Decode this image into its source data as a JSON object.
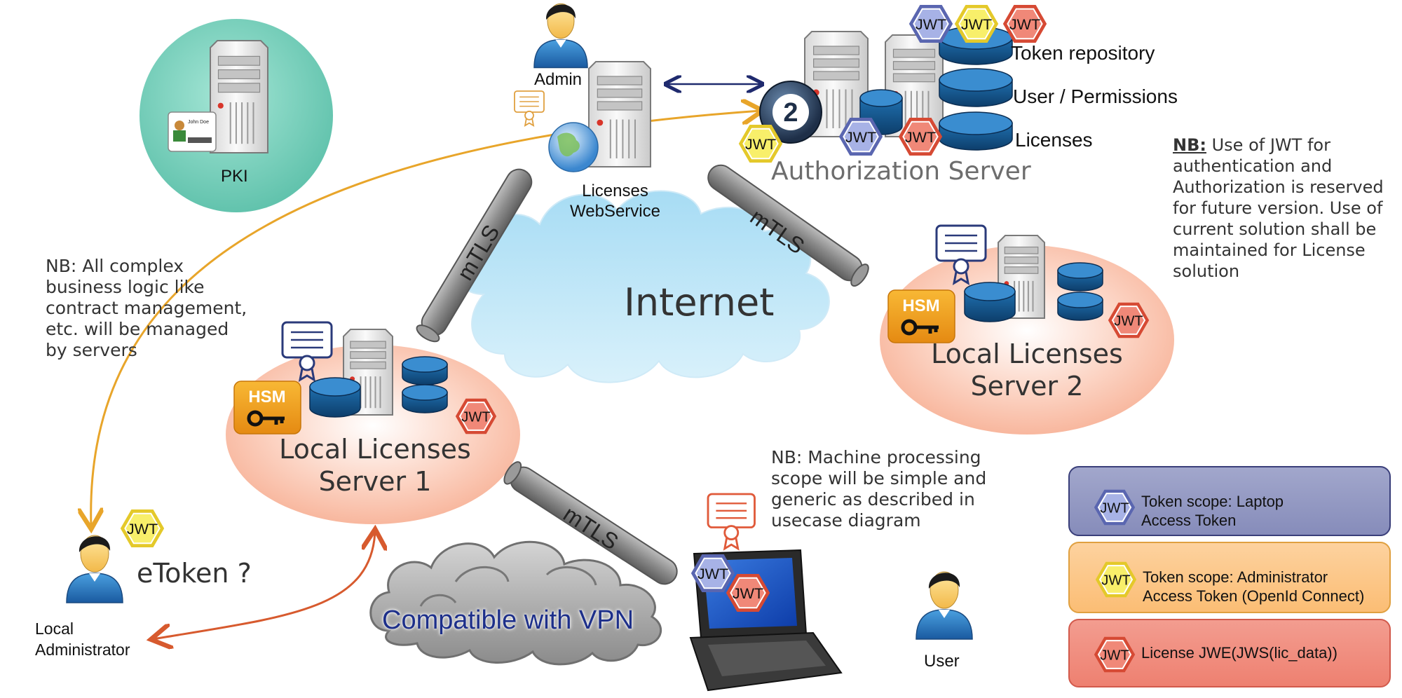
{
  "labels": {
    "admin": "Admin",
    "pki": "PKI",
    "licenses_ws": "Licenses\nWebService",
    "auth_server": "Authorization Server",
    "token_repo": "Token repository",
    "user_perm": "User / Permissions",
    "licenses": "Licenses",
    "internet": "Internet",
    "lls1": "Local Licenses\nServer 1",
    "lls2": "Local Licenses\nServer 2",
    "vpn": "Compatible with VPN",
    "local_admin": "Local\nAdministrator",
    "etoken": "eToken ?",
    "user": "User",
    "mtls": "mTLS",
    "hsm": "HSM",
    "jwt": "JWT",
    "card_name": "John Doe"
  },
  "notes": {
    "nb_jwt_prefix": "NB:",
    "nb_jwt": " Use of JWT for\nauthentication and\nAuthorization is reserved\nfor future version. Use of\ncurrent solution shall be\nmaintained for License\nsolution",
    "nb_logic": "NB: All complex\nbusiness logic like\ncontract management,\netc. will be managed\nby servers",
    "nb_machine": "NB: Machine processing\nscope will be simple and\ngeneric as described in\nusecase diagram"
  },
  "legend": [
    {
      "text": "Token scope: Laptop\nAccess Token",
      "color": "#8f95c0",
      "border": "#3a3f7a",
      "hex": "#8590d0"
    },
    {
      "text": "Token scope: Administrator\nAccess Token (OpenId Connect)",
      "color": "#fdc98d",
      "border": "#e0a040",
      "hex": "#f6e53a"
    },
    {
      "text": "License JWE(JWS(lic_data))",
      "color": "#f08c80",
      "border": "#d25a4c",
      "hex": "#e8604a"
    }
  ],
  "colors": {
    "jwt_blue": "#8590d0",
    "jwt_yellow": "#f6e53a",
    "jwt_red": "#e8604a",
    "arrow_orange": "#e8a52a",
    "arrow_red": "#d75a2e",
    "arrow_navy": "#1f2a6e",
    "hsm": "#f1a020",
    "pki_circle": "#7fd3c0"
  }
}
